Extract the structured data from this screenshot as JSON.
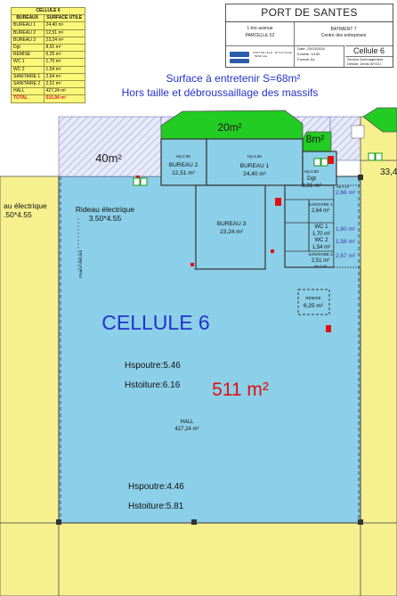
{
  "summary_table": {
    "title": "CELLULE 6",
    "headers": [
      "BUREAUX",
      "SURFACE UTILE"
    ],
    "rows": [
      {
        "name": "BUREAU 1",
        "value": "24,40 m²"
      },
      {
        "name": "BUREAU 2",
        "value": "12,51 m²"
      },
      {
        "name": "BUREAU 3",
        "value": "23,24 m²"
      },
      {
        "name": "Dgt",
        "value": "8,91 m²"
      },
      {
        "name": "REMISE",
        "value": "6,25 m²"
      },
      {
        "name": "WC 1",
        "value": "1,70 m²"
      },
      {
        "name": "WC 2",
        "value": "1,54 m²"
      },
      {
        "name": "SANITAIRE 1",
        "value": "2,64 m²"
      },
      {
        "name": "SANITAIRE 2",
        "value": "2,51 m²"
      },
      {
        "name": "HALL",
        "value": "427,24 m²"
      }
    ],
    "total": {
      "name": "TOTAL",
      "value": "510,94 m²"
    }
  },
  "cartouche": {
    "project": "PORT DE SANTES",
    "address_line1": "1 ère avenue",
    "address_line2": "PARCELLE 52",
    "building": "BATIMENT 7",
    "building_sub": "Centre des entreprises",
    "logo_text": "PORT DE LILLE · 59 Port Fluvial · 59000 Lille",
    "date": "Date: 23/03/2026",
    "scale": "Echelle: 1/150",
    "format": "Format: A4",
    "cell": "Cellule 6",
    "service": "Service Aménagement",
    "designer": "Dessin: Denis WYZLI"
  },
  "plan": {
    "maintenance_line1": "Surface à entretenir S=68m²",
    "maintenance_line2": "Hors taille et débroussaillage des massifs",
    "area_20": "20m²",
    "area_8": "8m²",
    "area_40": "40m²",
    "area_33": "33,4",
    "elec_left_line1": "au électrique",
    "elec_left_line2": ".50*4.55",
    "curtain_line1": "Rideau électrique",
    "curtain_line2": "3.50*4.55",
    "telecom": "France télécom",
    "bureau2": {
      "name": "BUREAU 2",
      "area": "12,51 m²",
      "hp": "Hp:2.50"
    },
    "bureau1": {
      "name": "BUREAU 1",
      "area": "24,40 m²",
      "hp": "Hp:2.50"
    },
    "dgt": {
      "name": "Dgt",
      "area": "8,91 m²",
      "hp": "Hp:2.50"
    },
    "bureau3": {
      "name": "BUREAU 3",
      "area": "23,24 m²"
    },
    "sanitaire1": {
      "name": "SANITAIRE 1",
      "area": "2,64 m²"
    },
    "sanitaire2": {
      "name": "SANITAIRE 2",
      "area": "2,51 m²",
      "hp": "Hp:2.43"
    },
    "wc1": {
      "name": "WC 1",
      "area": "1,70 m²"
    },
    "wc2": {
      "name": "WC 2",
      "area": "1,54 m²"
    },
    "side_hp": "Hp:2.43",
    "side_vals": [
      "2,66 m²",
      "1,60 m²",
      "1,58 m²",
      "2,67 m²"
    ],
    "remise": {
      "name": "REMISE",
      "area": "6,25 m²"
    },
    "cellule_label": "CELLULE 6",
    "surface_total": "511 m²",
    "hspoutre1": "Hspoutre:5.46",
    "hstoiture1": "Hstoiture:6.16",
    "hall": {
      "name": "HALL",
      "area": "427,24 m²"
    },
    "hspoutre2": "Hspoutre:4.46",
    "hstoiture2": "Hstoiture:5.81"
  },
  "colors": {
    "hall_blue": "#8ccfe8",
    "neighbour_yellow": "#f6f08e",
    "green_area": "#22cc22",
    "hatch_lavender": "#9a9ee0",
    "title_blue": "#2233cc",
    "surface_red": "#e01010"
  }
}
